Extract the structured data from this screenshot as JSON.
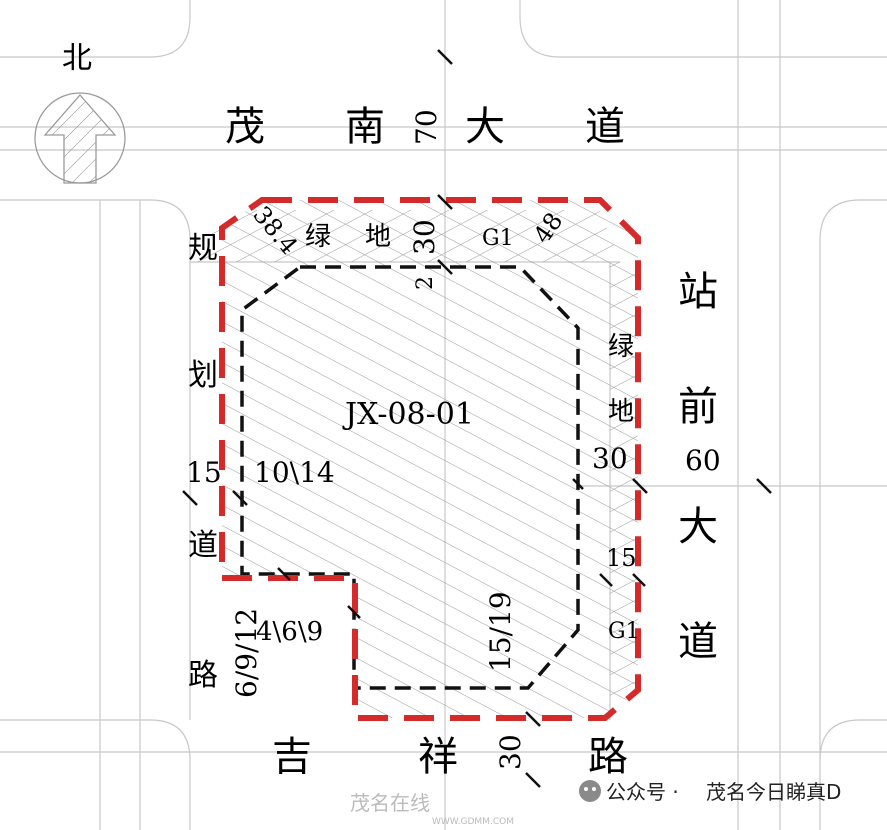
{
  "compass": {
    "label": "北"
  },
  "roads": {
    "north": [
      "茂",
      "南",
      "大",
      "道"
    ],
    "east": [
      "站",
      "前",
      "大",
      "道"
    ],
    "south": [
      "吉",
      "祥",
      "路"
    ],
    "west": [
      "规",
      "划",
      "道",
      "路"
    ]
  },
  "parcel": {
    "id": "JX-08-01"
  },
  "green_strips": {
    "north": [
      "绿",
      "地"
    ],
    "east": [
      "绿",
      "地"
    ],
    "north_code": "G1",
    "east_code": "G1"
  },
  "dimensions": {
    "north_road_width": "70",
    "east_road_width": "60",
    "north_green": "30",
    "east_green": "30",
    "north_setback": "2",
    "corner_nw": "38.4",
    "corner_ne": "48",
    "west_road_width": "15",
    "west_setback": "10\\14",
    "east_small": "15",
    "south_setback": "15/19",
    "notch_west": "6/9/12",
    "notch_inner": "4\\6\\9",
    "south_road_width": "30"
  },
  "colors": {
    "boundary": "#d42a2a",
    "building_line": "#111111",
    "road_line": "#c8c8c8",
    "hatch": "#9a9a9a"
  },
  "watermark": {
    "account_prefix": "公众号 · ",
    "account_name": "茂名今日睇真D",
    "site_name": "茂名在线",
    "site_url": "WWW.GDMM.COM"
  }
}
